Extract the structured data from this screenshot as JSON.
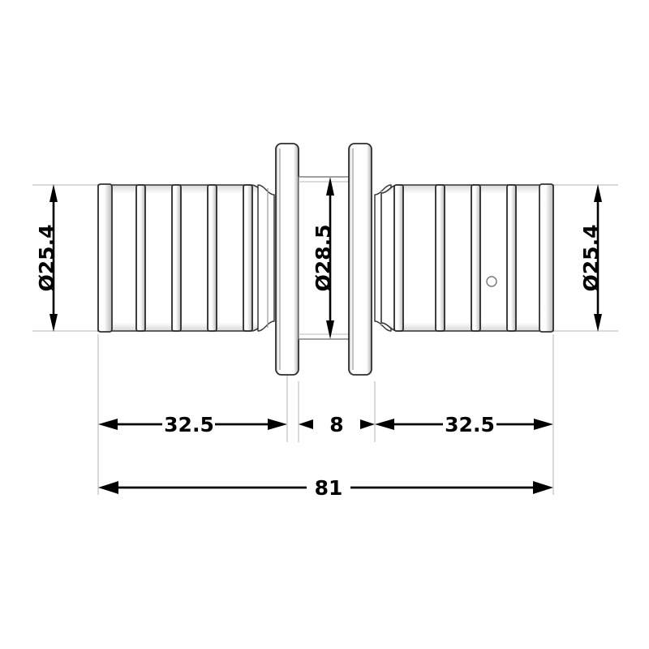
{
  "drawing": {
    "type": "engineering-part-drawing",
    "subject": "straight hose barb coupler with central double flange",
    "units": "mm",
    "background_color": "#ffffff",
    "line_color": "#000000",
    "shade_color": "#c8c8c8",
    "extension_line_color": "#b4b4b4",
    "dimensions": {
      "left_diameter": {
        "label": "Ø25.4",
        "value": 25.4,
        "symbol": "Ø",
        "orientation": "vertical",
        "position": "left"
      },
      "center_diameter": {
        "label": "Ø28.5",
        "value": 28.5,
        "symbol": "Ø",
        "orientation": "vertical",
        "position": "center"
      },
      "right_diameter": {
        "label": "Ø25.4",
        "value": 25.4,
        "symbol": "Ø",
        "orientation": "vertical",
        "position": "right"
      },
      "left_length": {
        "label": "32.5",
        "value": 32.5,
        "orientation": "horizontal",
        "position": "lower-left"
      },
      "center_length": {
        "label": "8",
        "value": 8,
        "orientation": "horizontal",
        "position": "lower-center"
      },
      "right_length": {
        "label": "32.5",
        "value": 32.5,
        "orientation": "horizontal",
        "position": "lower-right"
      },
      "overall_length": {
        "label": "81",
        "value": 81,
        "orientation": "horizontal",
        "position": "bottom"
      }
    },
    "features": {
      "barb_ridge_count_per_side": 5,
      "center_flange_count": 2,
      "small_hole_present": true
    }
  }
}
